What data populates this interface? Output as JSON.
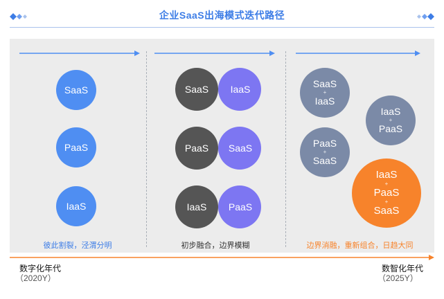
{
  "title": "企业SaaS出海模式迭代路径",
  "colors": {
    "accent_blue": "#3d7de6",
    "circle_blue": "#4f8ef2",
    "circle_dark": "#555555",
    "circle_purple": "#7d76f2",
    "circle_slate": "#7b8aa7",
    "circle_orange": "#f7832b",
    "panel_bg": "#ececec"
  },
  "stage1": {
    "circles": [
      "SaaS",
      "PaaS",
      "IaaS"
    ],
    "caption": "彼此割裂，泾渭分明"
  },
  "stage2": {
    "pairs": [
      {
        "left": "SaaS",
        "right": "IaaS"
      },
      {
        "left": "PaaS",
        "right": "SaaS"
      },
      {
        "left": "IaaS",
        "right": "PaaS"
      }
    ],
    "caption": "初步融合，边界模糊"
  },
  "stage3": {
    "combo1": {
      "top": "SaaS",
      "plus": "+",
      "bottom": "IaaS"
    },
    "combo2": {
      "top": "IaaS",
      "plus": "+",
      "bottom": "PaaS"
    },
    "combo3": {
      "top": "PaaS",
      "plus": "+",
      "bottom": "SaaS"
    },
    "combo4": {
      "l1": "IaaS",
      "p1": "+",
      "l2": "PaaS",
      "p2": "+",
      "l3": "SaaS"
    },
    "caption": "边界消融，重新组合，日趋大同"
  },
  "timeline": {
    "start_label": "数字化年代",
    "start_year": "（2020Y）",
    "end_label": "数智化年代",
    "end_year": "（2025Y）"
  }
}
